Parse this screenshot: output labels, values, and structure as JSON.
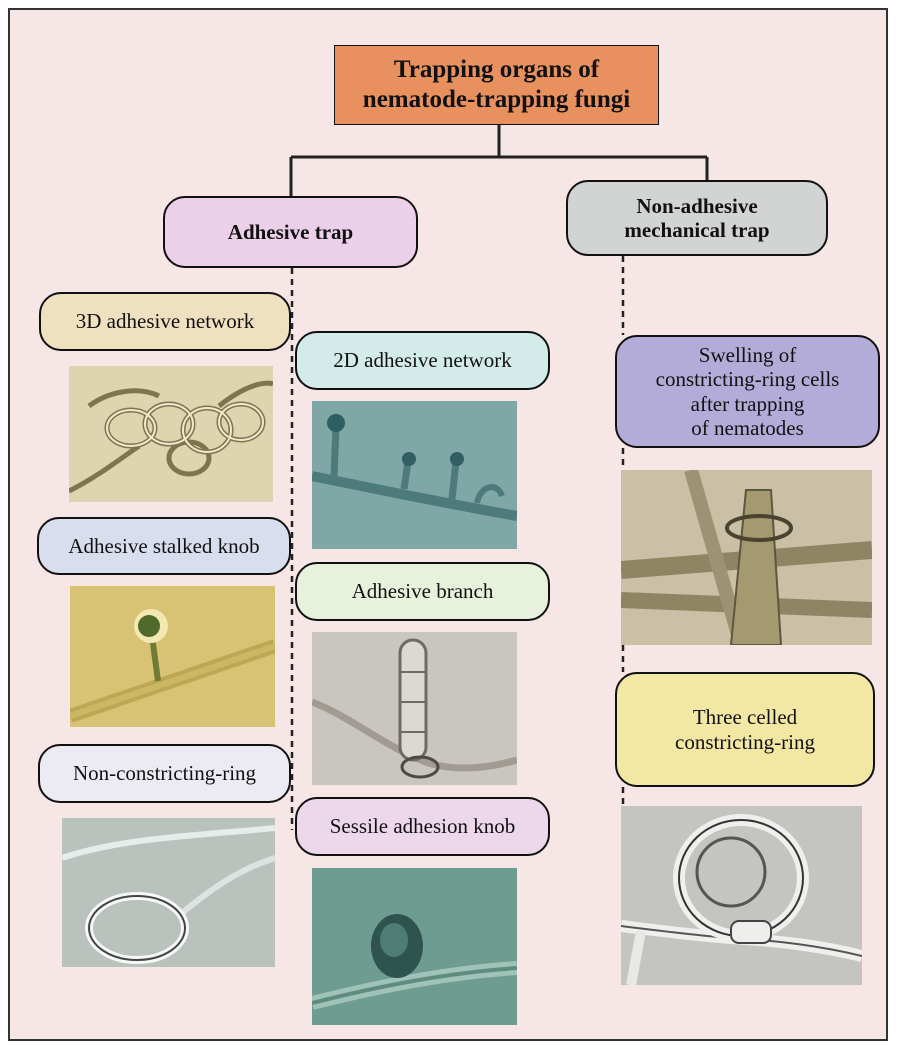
{
  "colors": {
    "background": "#f7e6e6",
    "root": "#e8915e",
    "adhesive": "#ecd0ea",
    "non_adhesive": "#d2d3d3",
    "network_3d": "#efe0bf",
    "network_2d": "#d3ece9",
    "stalked_knob": "#d9deee",
    "branch": "#e7f1dc",
    "non_constricting": "#eceaf3",
    "sessile": "#ecd8ea",
    "swelling": "#b3acd8",
    "three_celled": "#f2e7a3"
  },
  "root": {
    "title_line1": "Trapping organs of",
    "title_line2": "nematode-trapping fungi"
  },
  "adhesive_trap": {
    "label": "Adhesive trap"
  },
  "non_adhesive_trap": {
    "label_line1": "Non-adhesive",
    "label_line2": "mechanical trap"
  },
  "adhesive_types": {
    "network_3d": "3D adhesive network",
    "network_2d": "2D adhesive network",
    "stalked_knob": "Adhesive stalked knob",
    "branch": "Adhesive branch",
    "non_constricting_ring": "Non-constricting-ring",
    "sessile_knob": "Sessile adhesion knob"
  },
  "mechanical_types": {
    "swelling_line1": "Swelling of",
    "swelling_line2": "constricting-ring cells",
    "swelling_line3": "after trapping",
    "swelling_line4": "of nematodes",
    "three_celled_line1": "Three celled",
    "three_celled_line2": "constricting-ring"
  }
}
